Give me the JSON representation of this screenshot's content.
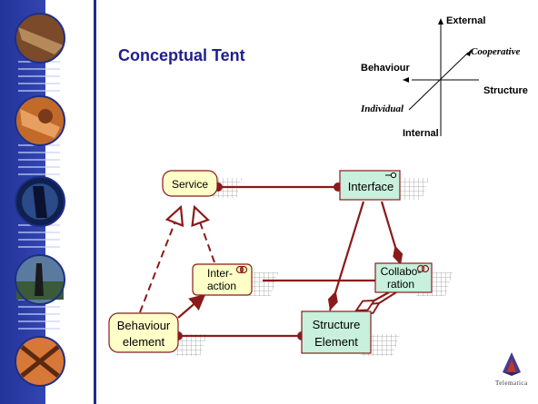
{
  "title": "Conceptual Tent",
  "axes": {
    "external": "External",
    "internal": "Internal",
    "behaviour": "Behaviour",
    "structure": "Structure",
    "cooperative": "Cooperative",
    "individual": "Individual"
  },
  "nodes": {
    "service": "Service",
    "interface": "Interface",
    "interaction_1": "Inter-",
    "interaction_2": "action",
    "collaboration_1": "Collabo-",
    "collaboration_2": "ration",
    "behaviour_element_1": "Behaviour",
    "behaviour_element_2": "element",
    "structure_element_1": "Structure",
    "structure_element_2": "Element"
  },
  "logo": {
    "text": "Telematica"
  },
  "colors": {
    "sidebar": "#1e2f86",
    "title": "#1f1f8f",
    "connector": "#8b1a1a",
    "behaviour_fill": "#ffffc8",
    "structure_fill": "#c8f0dc",
    "node_border": "#8b1a1a"
  }
}
